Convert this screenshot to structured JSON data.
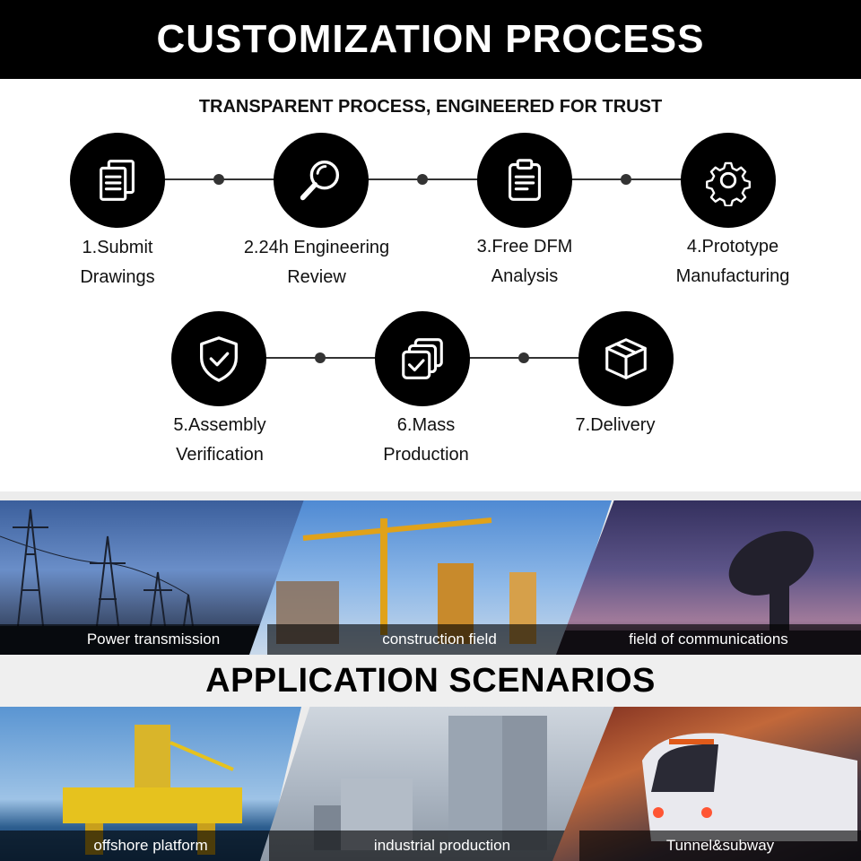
{
  "header": {
    "title": "CUSTOMIZATION PROCESS"
  },
  "subtitle": "TRANSPARENT PROCESS, ENGINEERED FOR TRUST",
  "steps": [
    {
      "line1": "1.Submit",
      "line2": "Drawings",
      "icon": "documents-icon"
    },
    {
      "line1": "2.24h Engineering",
      "line2": "Review",
      "icon": "magnifier-icon"
    },
    {
      "line1": "3.Free DFM",
      "line2": "Analysis",
      "icon": "clipboard-icon"
    },
    {
      "line1": "4.Prototype",
      "line2": "Manufacturing",
      "icon": "gear-icon"
    },
    {
      "line1": "5.Assembly",
      "line2": "Verification",
      "icon": "shield-check-icon"
    },
    {
      "line1": "6.Mass",
      "line2": "Production",
      "icon": "stacked-check-icon"
    },
    {
      "line1": "7.Delivery",
      "line2": "",
      "icon": "box-icon"
    }
  ],
  "applications": {
    "title": "APPLICATION SCENARIOS",
    "scenes": [
      "Power transmission",
      "construction field",
      "field of communications",
      "offshore platform",
      "industrial production",
      "Tunnel&subway"
    ]
  },
  "colors": {
    "header_bg": "#000000",
    "circle_bg": "#000000",
    "caption_bg": "#000000"
  }
}
